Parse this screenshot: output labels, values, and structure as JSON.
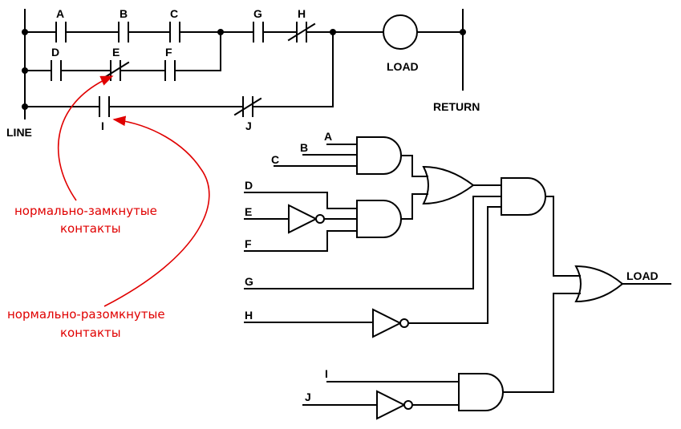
{
  "ladder": {
    "contacts": {
      "a": "A",
      "b": "B",
      "c": "C",
      "d": "D",
      "e": "E",
      "f": "F",
      "g": "G",
      "h": "H",
      "i": "I",
      "j": "J"
    },
    "load_label": "LOAD",
    "line_label": "LINE",
    "return_label": "RETURN"
  },
  "logic": {
    "inputs": {
      "a": "A",
      "b": "B",
      "c": "C",
      "d": "D",
      "e": "E",
      "f": "F",
      "g": "G",
      "h": "H",
      "i": "I",
      "j": "J"
    },
    "output_label": "LOAD"
  },
  "annotations": {
    "nc_line1": "нормально-замкнутые",
    "nc_line2": "контакты",
    "no_line1": "нормально-разомкнутые",
    "no_line2": "контакты"
  },
  "colors": {
    "annotation": "#e00000",
    "wiring": "#000000"
  }
}
